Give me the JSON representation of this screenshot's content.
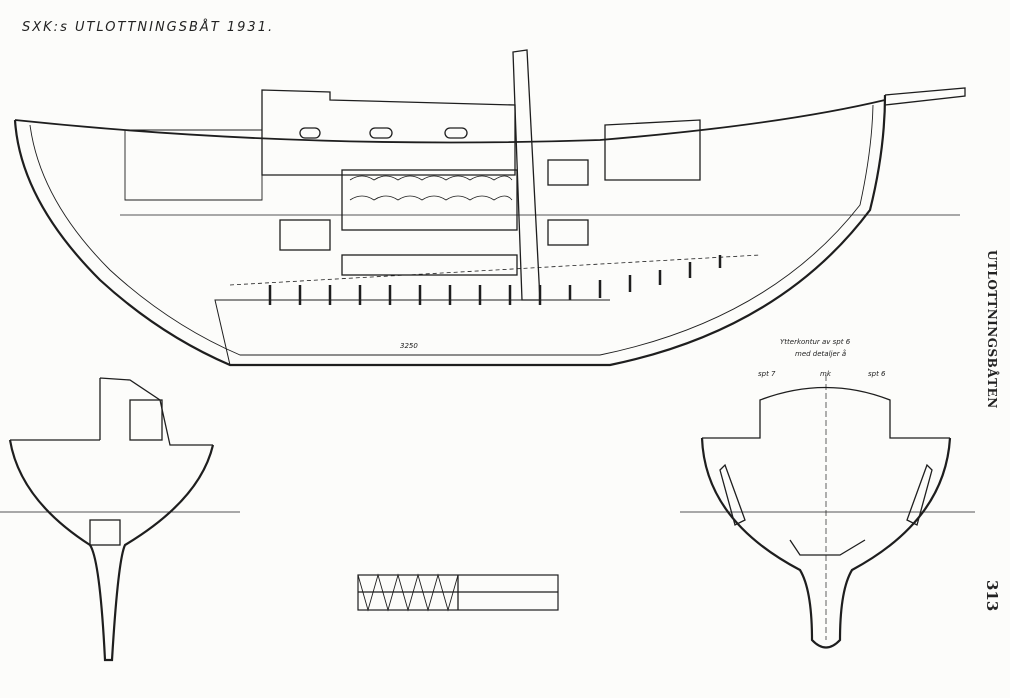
{
  "drawing": {
    "title": "SXK:s UTLOTTNINGSBÅT 1931.",
    "annotations": {
      "section_caption_1": "Ytterkontur av spt 6",
      "section_caption_2": "med detaljer å",
      "frame_7": "spt 7",
      "centerline": "mk",
      "frame_6": "spt 6",
      "length_dim": "3250"
    }
  },
  "page": {
    "running_header": "UTLOTTNINGSBÅTEN",
    "page_number": "313"
  },
  "colors": {
    "ink": "#1e1e1e",
    "paper": "#fcfcfa"
  }
}
